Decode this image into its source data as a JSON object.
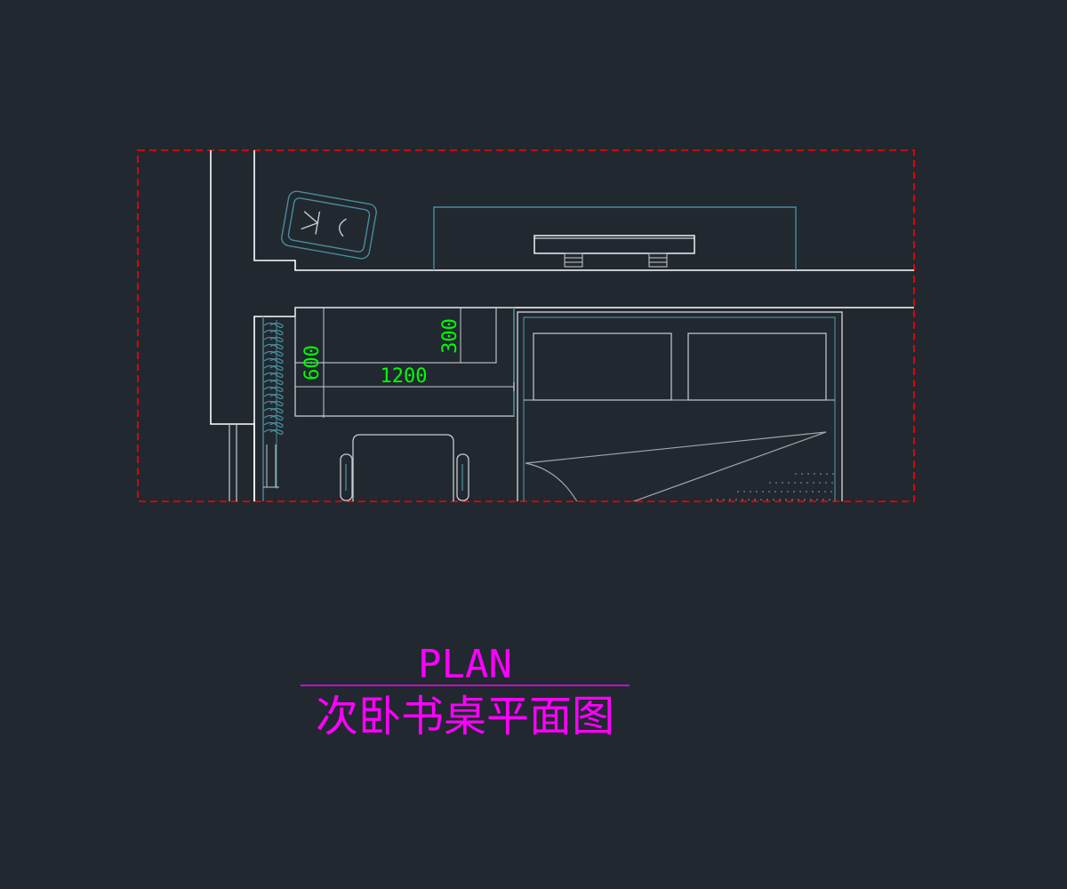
{
  "colors": {
    "background": "#212830",
    "wall": "#ffffff",
    "furniture": "#c8ccd0",
    "teal_line": "#4a8c9a",
    "dimension": "#00ff00",
    "viewport_border": "#ff0000",
    "title": "#ff00ff"
  },
  "dimensions": {
    "depth_600": "600",
    "depth_300": "300",
    "width_1200": "1200"
  },
  "title": {
    "english": "PLAN",
    "chinese": "次卧书桌平面图"
  }
}
